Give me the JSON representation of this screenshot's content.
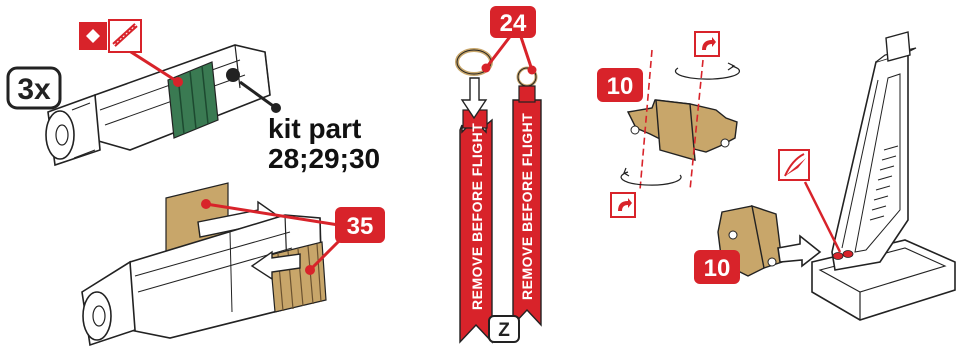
{
  "panel_left": {
    "quantity_label": "3x",
    "kit_part_label": "kit part",
    "kit_part_numbers": "28;29;30",
    "photoetch_badge_icon": "pe-part-icon",
    "red_marker_icon": "red-dot-marker-icon"
  },
  "panel_left_bottom": {
    "callout_number": "35"
  },
  "panel_center": {
    "callout_number": "24",
    "ribbon_text_left": "REMOVE BEFORE FLIGHT",
    "ribbon_text_right": "REMOVE BEFORE FLIGHT",
    "z_label": "Z"
  },
  "panel_right": {
    "callout_top": "10",
    "callout_bottom": "10",
    "bend_icon": "bend-arrow-icon",
    "glue_icon": "glue-icon"
  },
  "colors": {
    "accent_red": "#d8232a",
    "pe_tan": "#c8a66a",
    "green_part": "#3a7a52",
    "outline": "#222222"
  }
}
